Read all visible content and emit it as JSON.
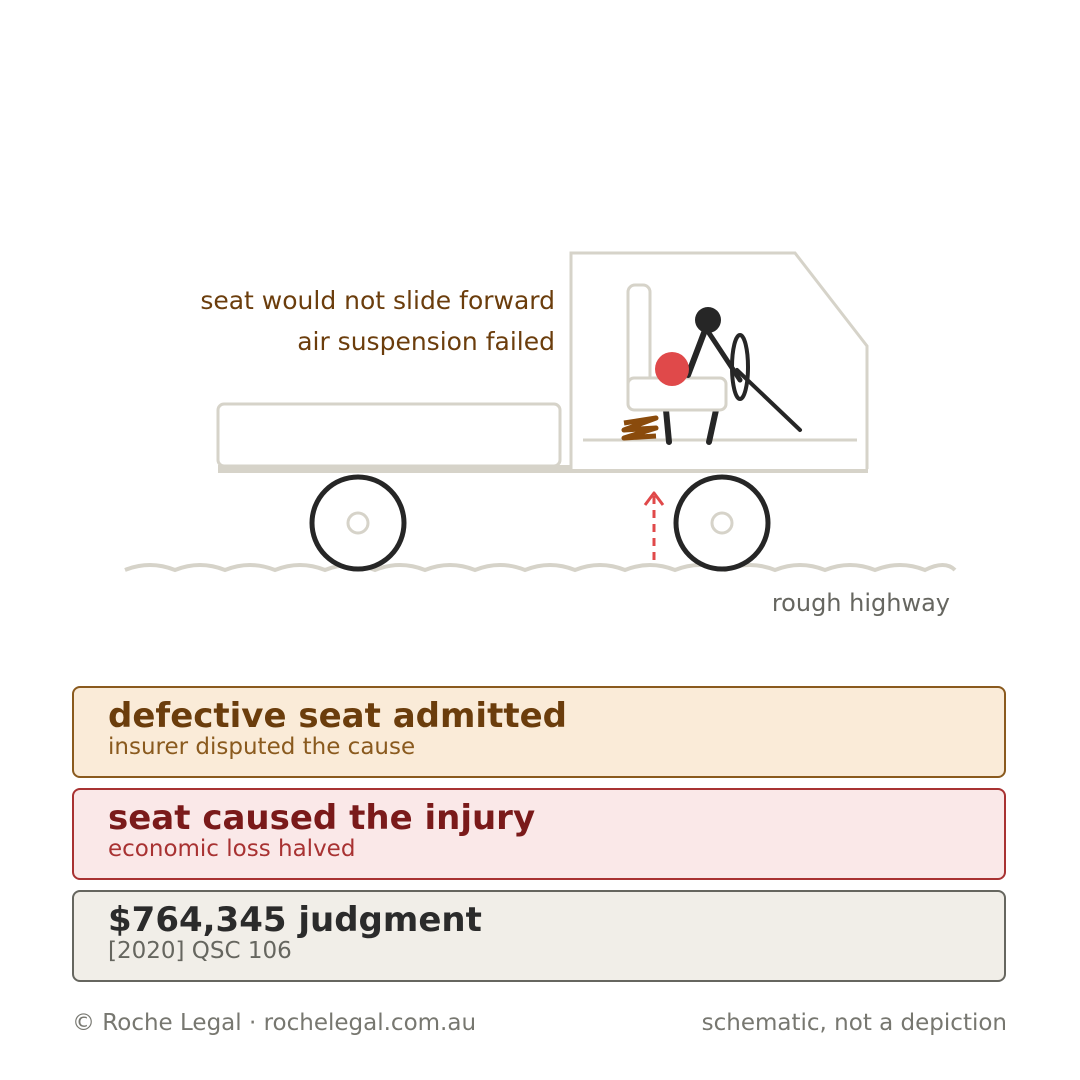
{
  "diagram": {
    "notes": [
      "seat would not slide forward",
      "air suspension failed"
    ],
    "road_label": "rough highway"
  },
  "cards": {
    "admitted": {
      "title": "defective seat admitted",
      "subtitle": "insurer disputed the cause"
    },
    "caused": {
      "title": "seat caused the injury",
      "subtitle": "economic loss halved"
    },
    "judgment": {
      "title": "$764,345 judgment",
      "subtitle": "[2020] QSC 106"
    }
  },
  "footer": {
    "credit": "© Roche Legal · rochelegal.com.au",
    "disclaimer": "schematic, not a depiction"
  },
  "colors": {
    "truck_outline": "#d6d3c9",
    "injury_marker": "#e0494a",
    "spring": "#8a4b0c",
    "figure": "#262626",
    "wheel": "#262626"
  }
}
